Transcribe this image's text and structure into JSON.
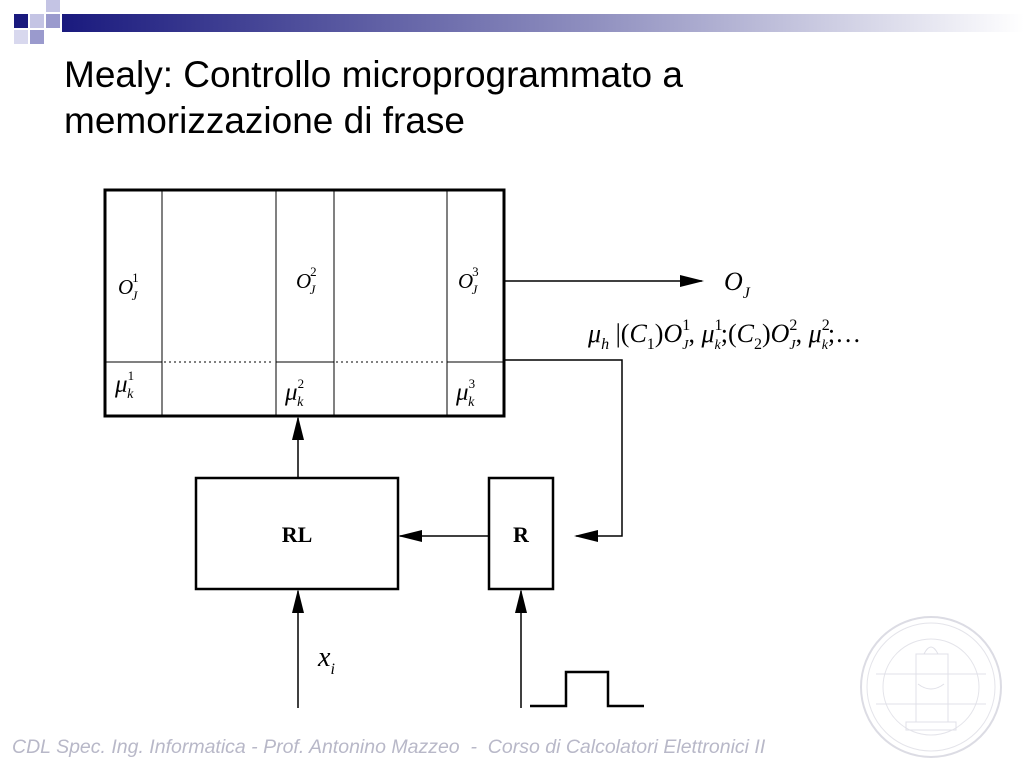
{
  "slide": {
    "title_line1": "Mealy: Controllo microprogrammato a",
    "title_line2": "memorizzazione di frase",
    "footer": "CDL Spec. Ing. Informatica - Prof. Antonino Mazzeo  -  Corso di Calcolatori Elettronici II"
  },
  "colors": {
    "accent_dark": "#1a1a7e",
    "accent_light": "#9a9acd",
    "footer_text": "#b8b8c8",
    "line": "#000000"
  },
  "diagram": {
    "memory_cells": [
      {
        "o_base": "O",
        "o_sub": "J",
        "o_sup": "1",
        "mu_base": "μ",
        "mu_sub": "k",
        "mu_sup": "1"
      },
      {
        "o_base": "O",
        "o_sub": "J",
        "o_sup": "2",
        "mu_base": "μ",
        "mu_sub": "k",
        "mu_sup": "2"
      },
      {
        "o_base": "O",
        "o_sub": "J",
        "o_sup": "3",
        "mu_base": "μ",
        "mu_sub": "k",
        "mu_sup": "3"
      }
    ],
    "output_label": {
      "base": "O",
      "sub": "J"
    },
    "formula": {
      "mu": "μ",
      "mu_sub": "h",
      "bar": " |(",
      "c1": "C",
      "c1_sub": "1",
      "close1": ")",
      "o1": "O",
      "o1_sub": "J",
      "o1_sup": "1",
      "comma1": ", ",
      "m1": "μ",
      "m1_sub": "k",
      "m1_sup": "1",
      "sep1": ";(",
      "c2": "C",
      "c2_sub": "2",
      "close2": ")",
      "o2": "O",
      "o2_sub": "J",
      "o2_sup": "2",
      "comma2": ", ",
      "m2": "μ",
      "m2_sub": "k",
      "m2_sup": "2",
      "tail": ";…"
    },
    "rl_label": "RL",
    "r_label": "R",
    "input_label": {
      "base": "x",
      "sub": "i"
    }
  }
}
